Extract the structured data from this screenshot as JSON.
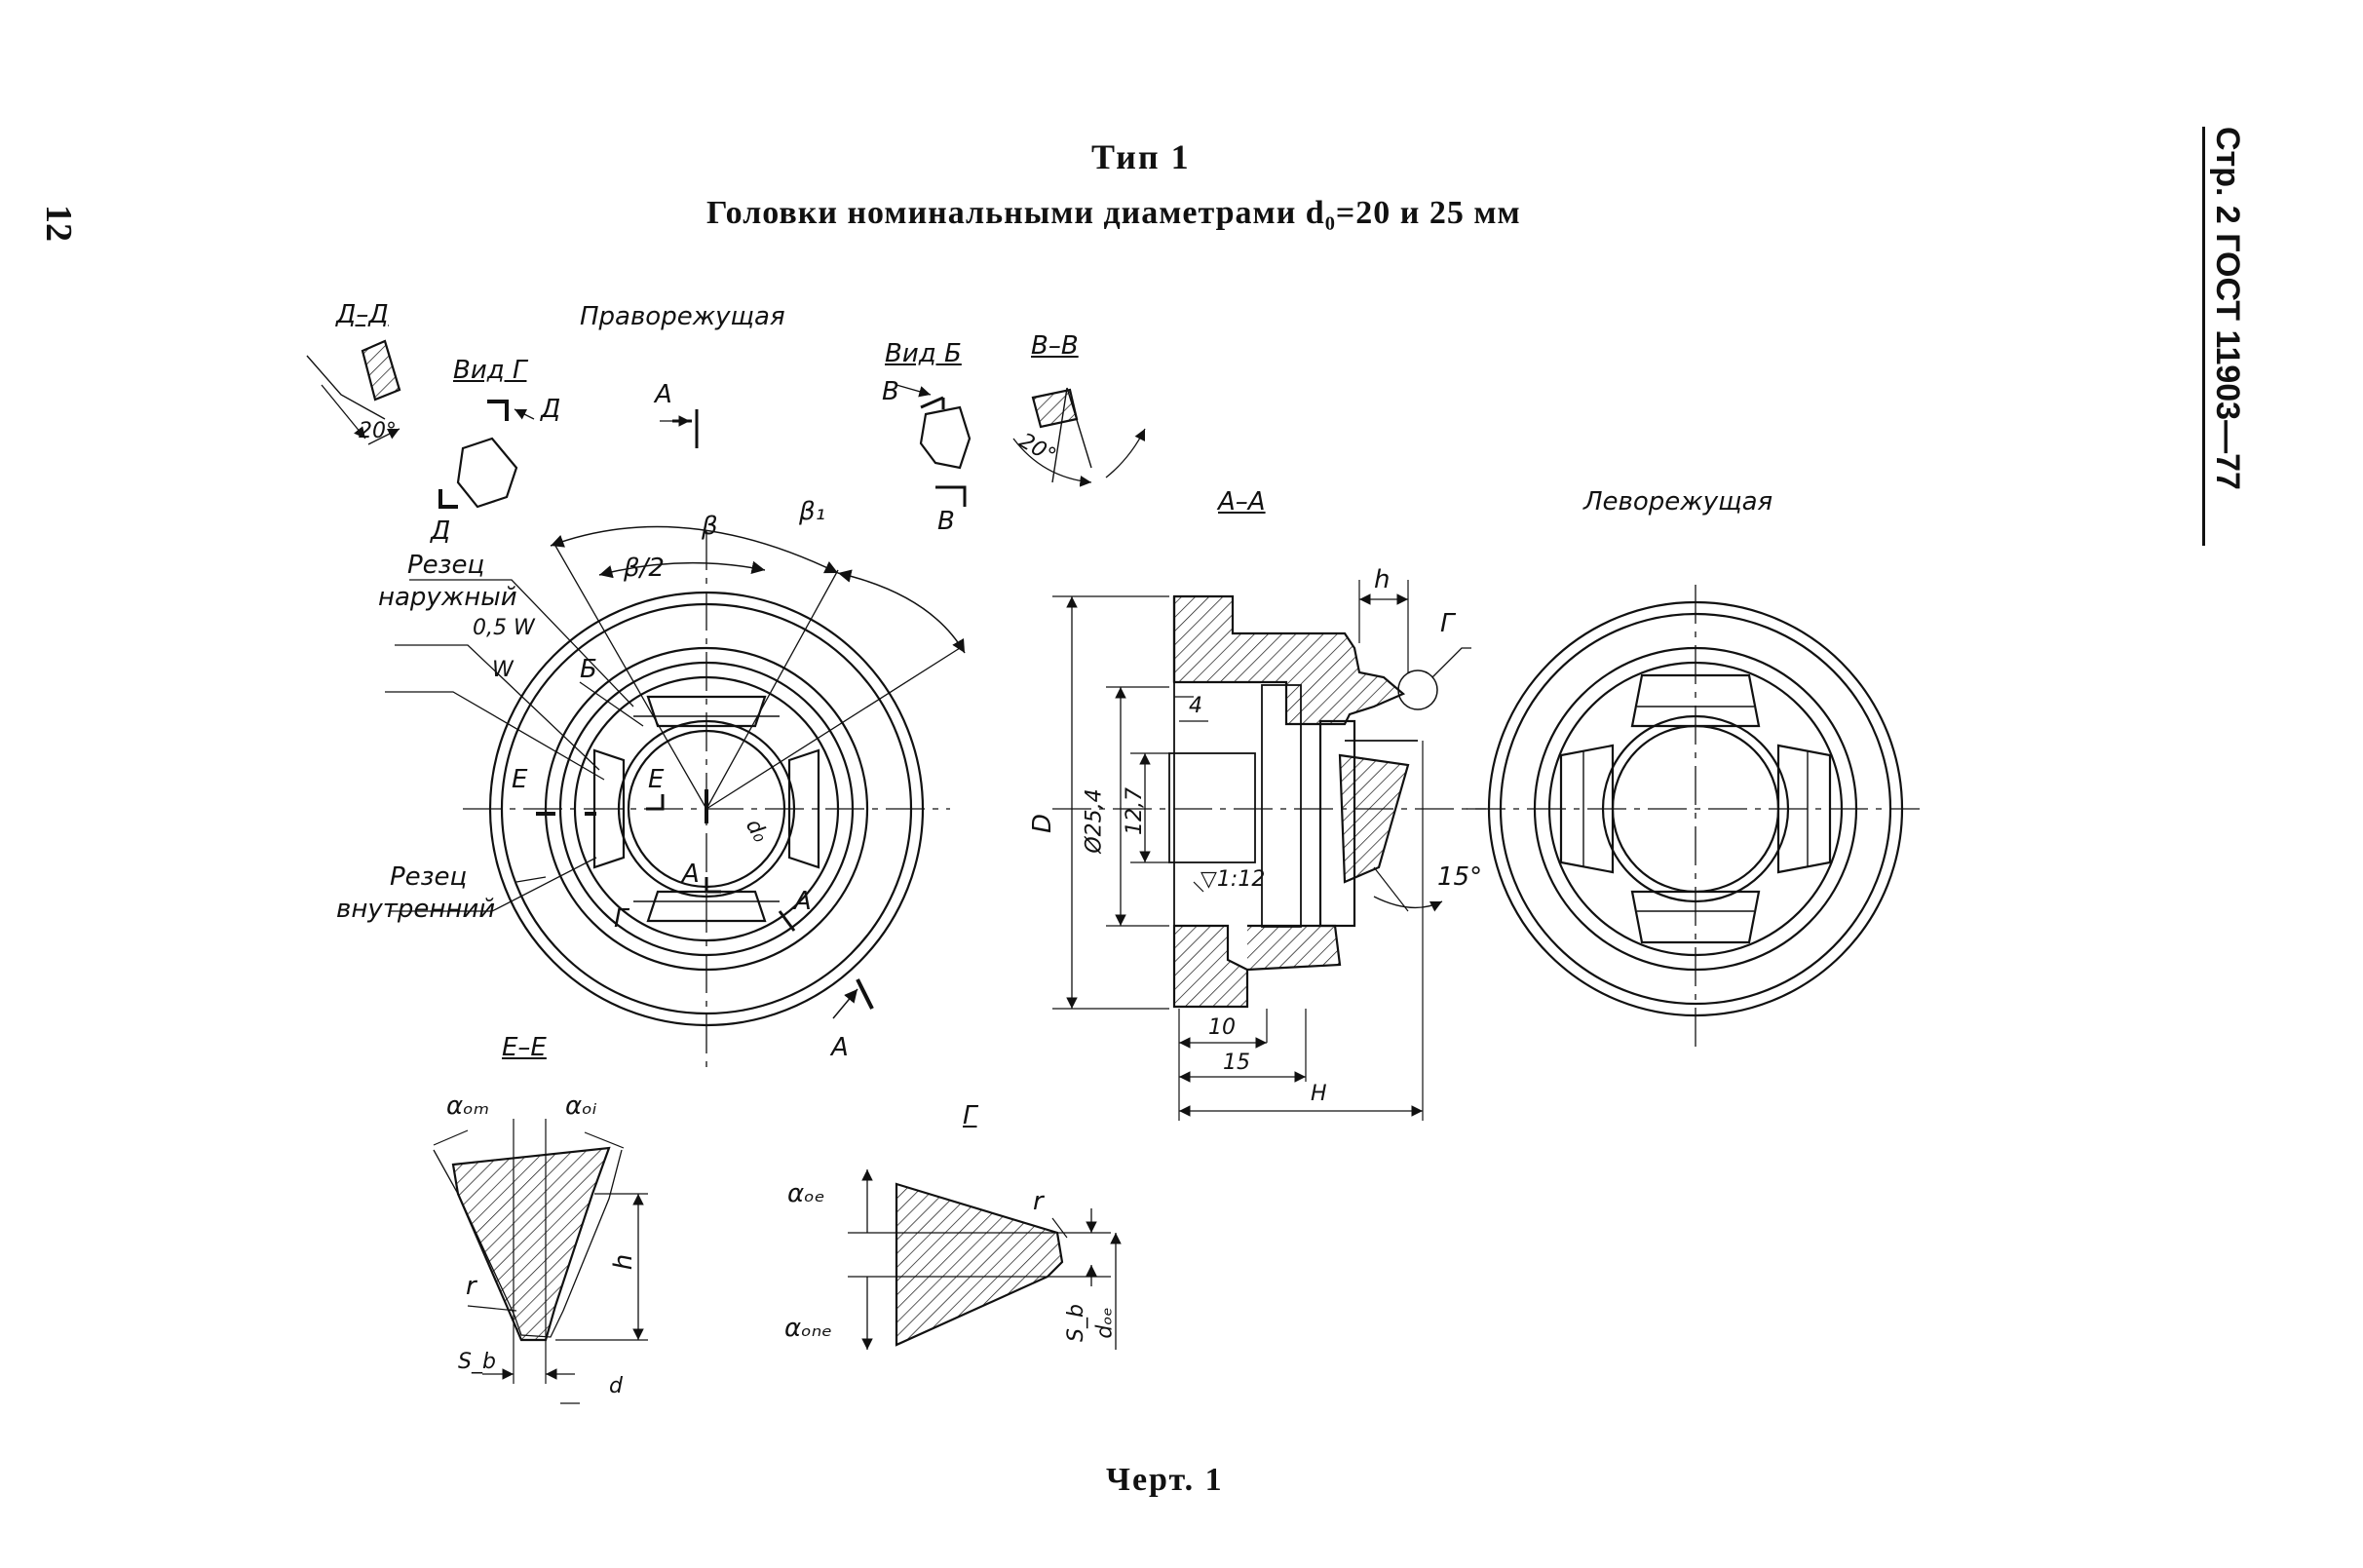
{
  "header": {
    "title": "Тип 1",
    "subtitle": "Головки номинальными диаметрами d₀=20 и 25 мм",
    "page_number": "12",
    "side_label": "Стр. 2 ГОСТ 11903—77"
  },
  "views": {
    "right_cutting": "Праворежущая",
    "left_cutting": "Леворежущая",
    "section_dd": "Д–Д",
    "view_g": "Вид Г",
    "view_b": "Вид Б",
    "section_vv": "В–В",
    "section_aa": "А–А",
    "section_ee": "Е–Е",
    "detail_g": "Г"
  },
  "labels": {
    "cutter_outer": [
      "Резец",
      "наружный"
    ],
    "cutter_inner": [
      "Резец",
      "внутренний"
    ],
    "half_w": "0,5 W",
    "w": "W",
    "beta": "β",
    "beta1": "β₁",
    "beta_half": "β/2",
    "d0": "d₀",
    "letter_D": "Д",
    "letter_A": "А",
    "letter_B": "Б",
    "letter_V": "В",
    "letter_G": "Г",
    "letter_E": "Е",
    "angle_20": "20°",
    "angle_15": "15°",
    "dim_h": "h",
    "dim_D": "D",
    "dim_phi": "Ø25,4",
    "dim_127": "12,7",
    "dim_4": "4",
    "dim_10": "10",
    "dim_15": "15",
    "dim_H": "H",
    "dim_112": "▽1:12",
    "alpha_om": "αₒₘ",
    "alpha_oi": "αₒᵢ",
    "r": "r",
    "sb": "S_b",
    "d": "d",
    "alpha_oe": "αₒₑ",
    "alpha_one": "αₒₙₑ",
    "d_oe": "dₒₑ"
  },
  "footer": {
    "caption": "Черт. 1"
  }
}
